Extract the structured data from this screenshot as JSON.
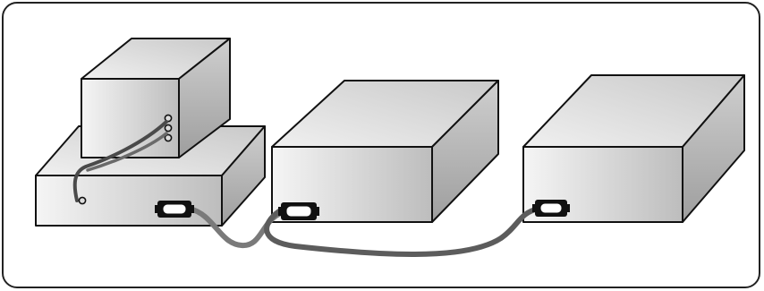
{
  "diagram": {
    "background": "#ffffff",
    "frame": {
      "stroke": "#222222"
    },
    "box_colors": {
      "top": "#e6e6e6",
      "front_light": "#f5f5f5",
      "front_dark": "#bdbdbd",
      "side": "#b8b8b8",
      "edge": "#111111"
    },
    "cable_colors": {
      "main": "#5c5c5c",
      "computer": "#7a7a7a"
    },
    "devices": [
      {
        "name": "computer-monitor",
        "icon": "box-icon"
      },
      {
        "name": "computer-base",
        "icon": "box-icon"
      },
      {
        "name": "external-device-1",
        "icon": "box-icon"
      },
      {
        "name": "external-device-2",
        "icon": "box-icon"
      }
    ],
    "connectors": [
      {
        "name": "computer-port",
        "icon": "scsi-connector-icon"
      },
      {
        "name": "device-1-port",
        "icon": "scsi-connector-icon"
      },
      {
        "name": "device-2-port",
        "icon": "scsi-connector-icon"
      }
    ],
    "cables": [
      {
        "name": "cable-computer-to-device-1"
      },
      {
        "name": "cable-device-1-to-device-2"
      },
      {
        "name": "cable-monitor-to-base"
      }
    ]
  }
}
